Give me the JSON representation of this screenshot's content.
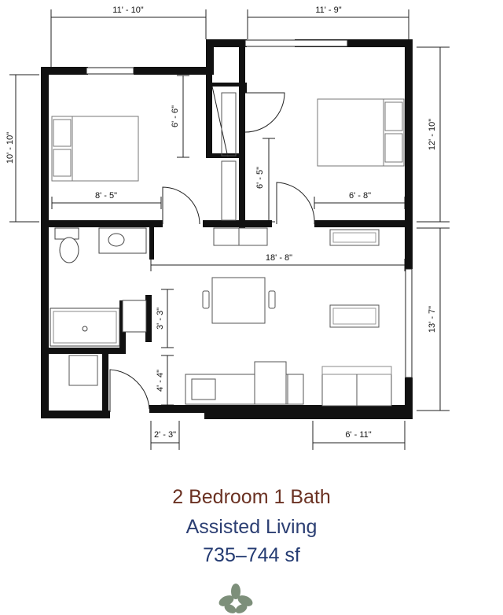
{
  "plan": {
    "dimensions": {
      "top_left_width": "11' - 10\"",
      "top_right_width": "11' - 9\"",
      "left_height": "10' - 10\"",
      "right_upper_height": "12' - 10\"",
      "right_lower_height": "13' - 7\"",
      "closet_left_depth": "6' - 6\"",
      "closet_right_depth": "6' - 5\"",
      "bedroom_left_width": "8' - 5\"",
      "bedroom_right_width": "6' - 8\"",
      "living_width": "18' - 8\"",
      "bath_counter": "3' - 3\"",
      "entry_closet": "4' - 4\"",
      "entry_door": "2' - 3\"",
      "living_lower_width": "6' - 11\""
    }
  },
  "caption": {
    "title": "2 Bedroom 1 Bath",
    "subtitle": "Assisted Living",
    "area": "735–744 sf"
  },
  "colors": {
    "wall": "#111111",
    "title": "#6b3223",
    "subtitle": "#2c3f73",
    "area": "#243b72",
    "logo": "#7d8f7a"
  }
}
